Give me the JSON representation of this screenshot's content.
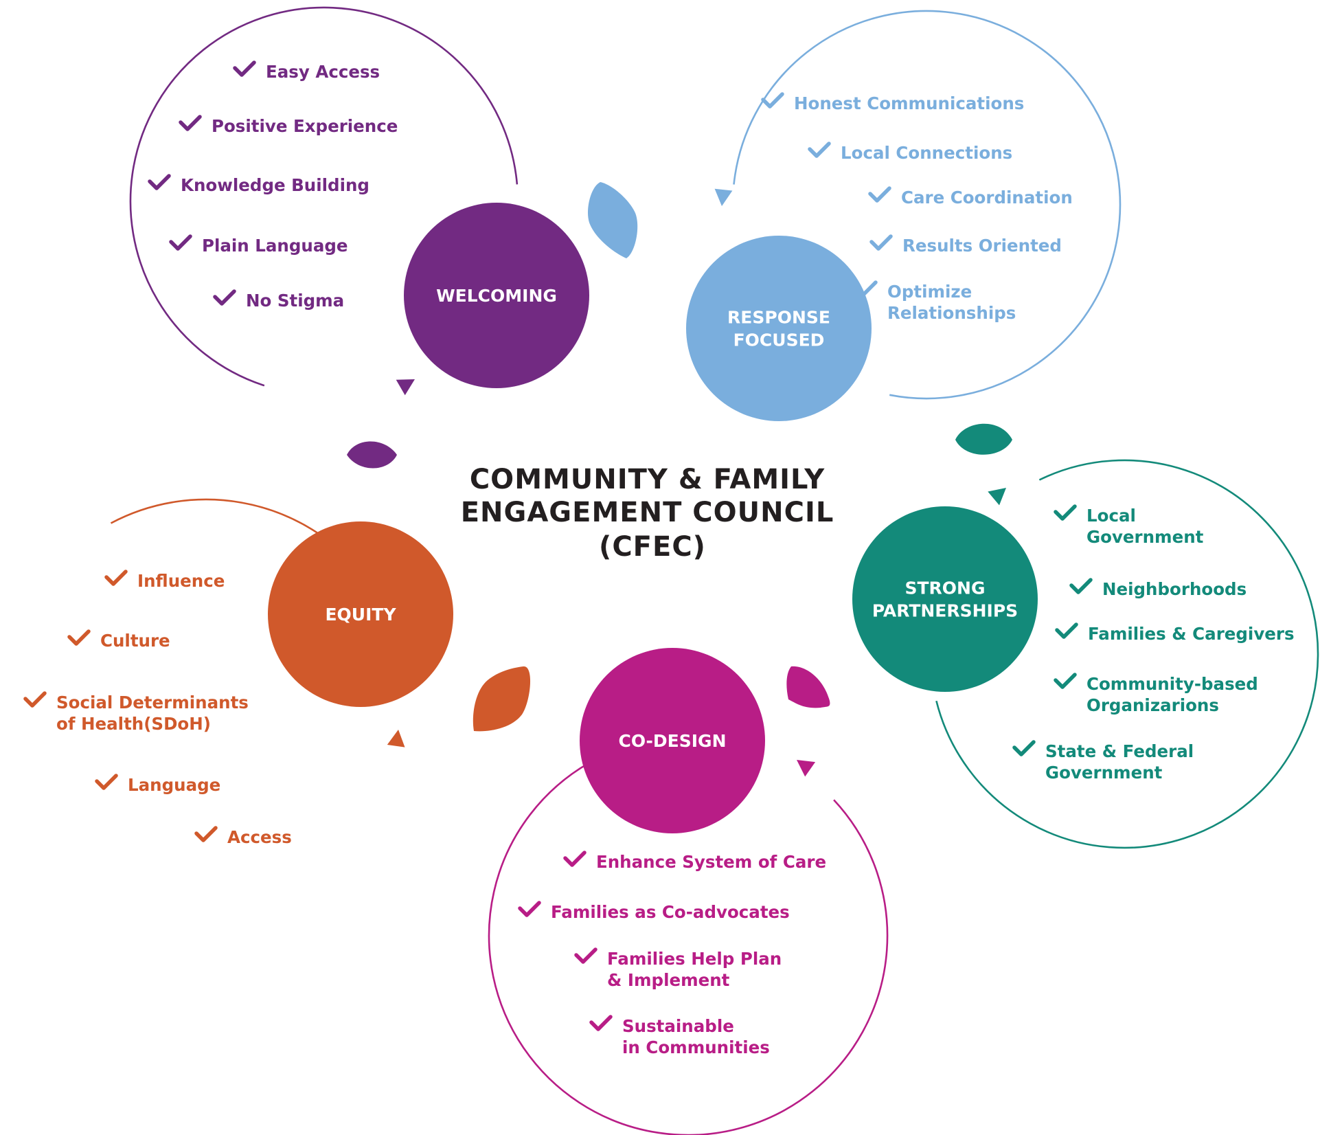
{
  "title": [
    "COMMUNITY & FAMILY",
    "ENGAGEMENT COUNCIL",
    "(CFEC)"
  ],
  "colors": {
    "welcoming": "#722a82",
    "response_focused": "#7aaedd",
    "strong_partnerships": "#138a7a",
    "co_design": "#b81d86",
    "equity": "#d0592b",
    "title": "#231f20"
  },
  "icons": {
    "item_marker": "checkmark-icon",
    "loop_marker": "arrowhead-icon",
    "accent": "leaf-icon"
  },
  "clusters": [
    {
      "id": "welcoming",
      "hub_label": [
        "WELCOMING"
      ],
      "color": "#722a82",
      "items": [
        [
          "Easy Access"
        ],
        [
          "Positive Experience"
        ],
        [
          "Knowledge Building"
        ],
        [
          "Plain Language"
        ],
        [
          "No Stigma"
        ]
      ]
    },
    {
      "id": "response-focused",
      "hub_label": [
        "RESPONSE",
        "FOCUSED"
      ],
      "color": "#7aaedd",
      "items": [
        [
          "Honest Communications"
        ],
        [
          "Local Connections"
        ],
        [
          "Care Coordination"
        ],
        [
          "Results Oriented"
        ],
        [
          "Optimize",
          "Relationships"
        ]
      ]
    },
    {
      "id": "strong-partnerships",
      "hub_label": [
        "STRONG",
        "PARTNERSHIPS"
      ],
      "color": "#138a7a",
      "items": [
        [
          "Local",
          "Government"
        ],
        [
          "Neighborhoods"
        ],
        [
          "Families & Caregivers"
        ],
        [
          "Community-based",
          "Organizarions"
        ],
        [
          "State & Federal",
          "Government"
        ]
      ]
    },
    {
      "id": "co-design",
      "hub_label": [
        "CO-DESIGN"
      ],
      "color": "#b81d86",
      "items": [
        [
          "Enhance System of Care"
        ],
        [
          "Families as Co-advocates"
        ],
        [
          "Families Help Plan",
          "& Implement"
        ],
        [
          "Sustainable",
          "in Communities"
        ]
      ]
    },
    {
      "id": "equity",
      "hub_label": [
        "EQUITY"
      ],
      "color": "#d0592b",
      "items": [
        [
          "Influence"
        ],
        [
          "Culture"
        ],
        [
          "Social Determinants",
          "of Health(SDoH)"
        ],
        [
          "Language"
        ],
        [
          "Access"
        ]
      ]
    }
  ]
}
